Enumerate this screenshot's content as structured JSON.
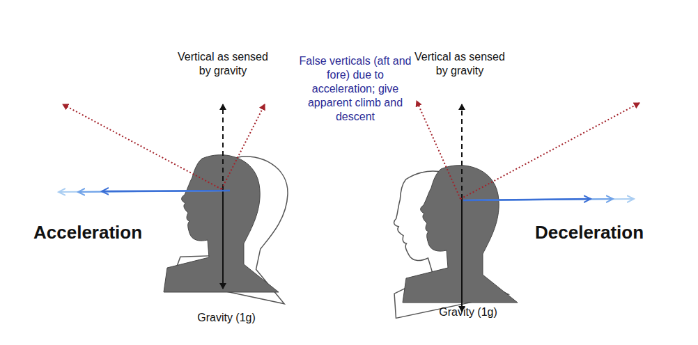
{
  "diagram": {
    "labels": [
      "Vertical as sensed by gravity",
      "False verticals (aft and fore) due to acceleration; give apparent climb and descent",
      "Vertical as sensed by gravity",
      "Acceleration",
      "Deceleration",
      "Gravity (1g)",
      "Gravity (1g)"
    ]
  }
}
